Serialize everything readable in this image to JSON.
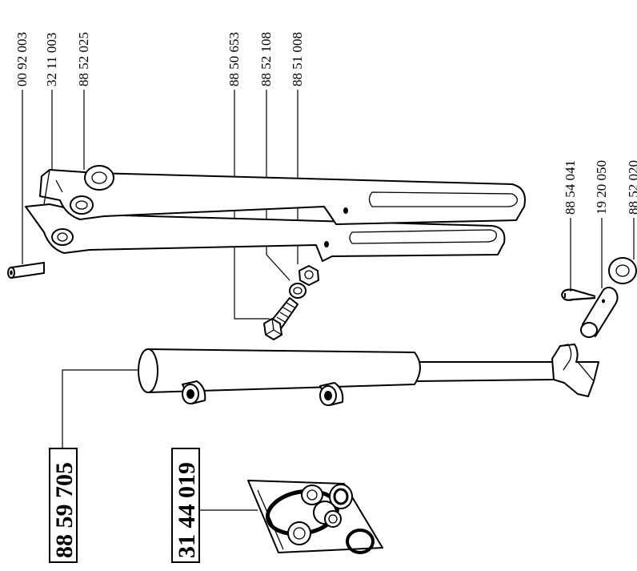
{
  "parts": {
    "p1": "00 92 003",
    "p2": "32 11 003",
    "p3": "88 52 025",
    "p4": "88 50 653",
    "p5": "88 52 108",
    "p6": "88 51 008",
    "p7": "88 54 041",
    "p8": "19 20 050",
    "p9": "88 52 020"
  },
  "assemblies": {
    "cylinder": "88 59 705",
    "seal_kit": "31 44 019"
  }
}
